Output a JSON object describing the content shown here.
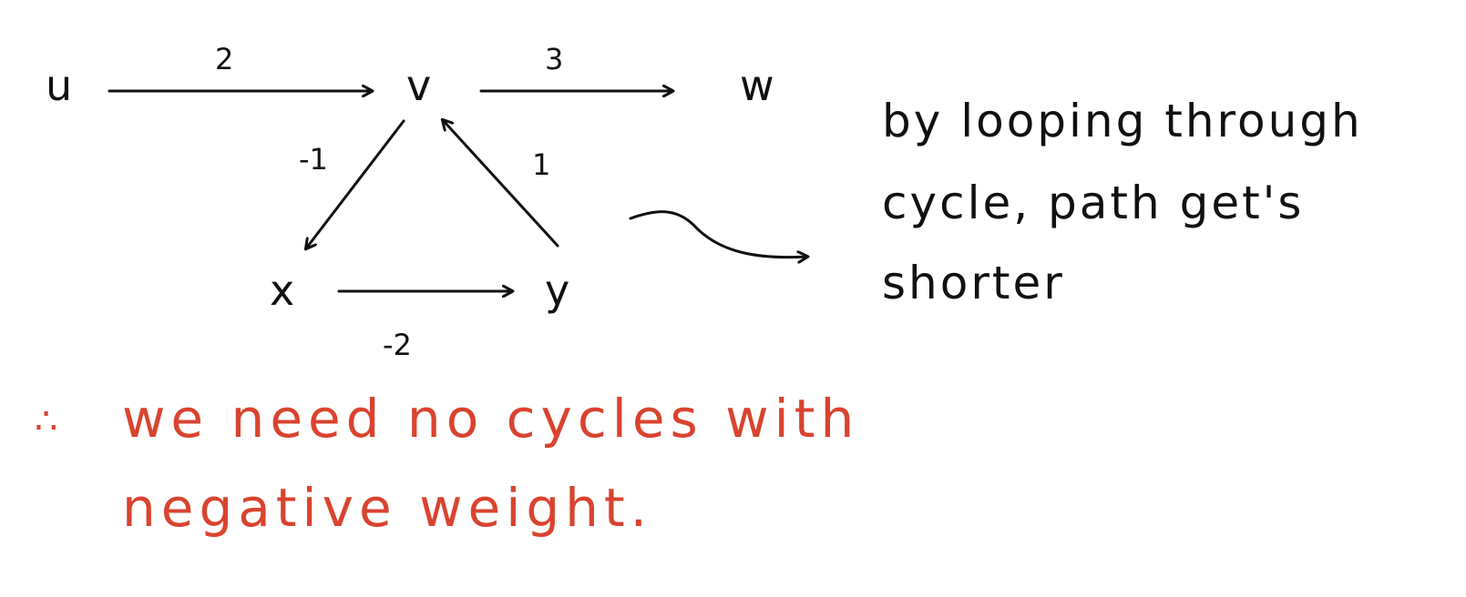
{
  "nodes": {
    "u": "u",
    "v": "v",
    "w": "w",
    "x": "x",
    "y": "y"
  },
  "edges": {
    "u_v": "2",
    "v_w": "3",
    "v_x": "-1",
    "y_v": "1",
    "x_y": "-2"
  },
  "note": {
    "lines": [
      "by looping through",
      "cycle, path get's",
      "shorter"
    ]
  },
  "conclusion": {
    "symbol": "∴",
    "lines": [
      "we need no cycles with",
      "negative weight."
    ],
    "color": "#d9432f"
  },
  "ink_color": "#111111"
}
